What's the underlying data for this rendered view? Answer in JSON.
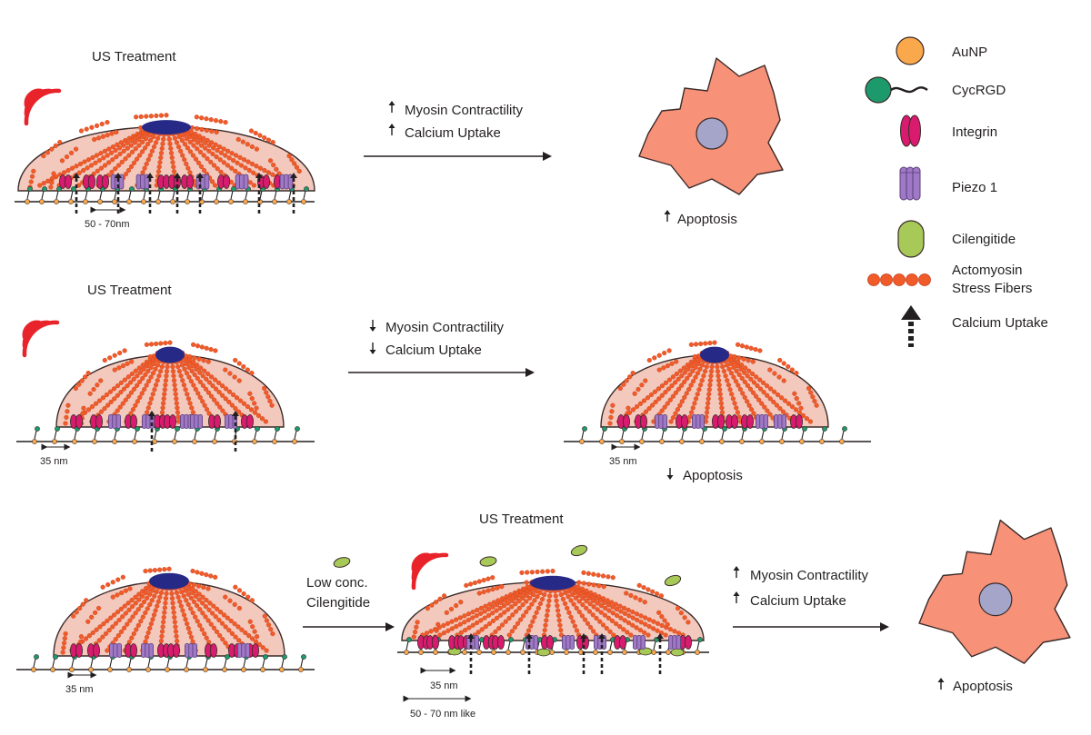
{
  "row1": {
    "us_label": "US Treatment",
    "spacing": "50 - 70nm",
    "effects": [
      "Myosin Contractility",
      "Calcium Uptake"
    ],
    "result": "Apoptosis",
    "effect_direction": "up"
  },
  "row2": {
    "us_label": "US Treatment",
    "spacing_left": "35 nm",
    "spacing_right": "35 nm",
    "effects": [
      "Myosin Contractility",
      "Calcium Uptake"
    ],
    "result": "Apoptosis",
    "effect_direction": "down"
  },
  "row3": {
    "us_label": "US Treatment",
    "spacing_left": "35 nm",
    "treatment": [
      "Low conc.",
      "Cilengitide"
    ],
    "spacing_mid_1": "35 nm",
    "spacing_mid_2": "50 - 70 nm like",
    "effects": [
      "Myosin Contractility",
      "Calcium Uptake"
    ],
    "result": "Apoptosis",
    "effect_direction": "up"
  },
  "legend": {
    "items": [
      {
        "icon": "aunp-icon",
        "label": "AuNP"
      },
      {
        "icon": "cycrgd-icon",
        "label": "CycRGD"
      },
      {
        "icon": "integrin-icon",
        "label": "Integrin"
      },
      {
        "icon": "piezo1-icon",
        "label": "Piezo 1"
      },
      {
        "icon": "cilengitide-icon",
        "label": "Cilengitide"
      },
      {
        "icon": "stress-fiber-icon",
        "label": "Actomyosin\nStress Fibers"
      },
      {
        "icon": "calcium-uptake-icon",
        "label": "Calcium Uptake"
      }
    ]
  },
  "colors": {
    "cell_body": "#f3c9bd",
    "cell_outline": "#3a2a28",
    "nucleus": "#262a86",
    "fiber": "#f15a29",
    "aunp": "#f9a94b",
    "cycrgd": "#1d9a6c",
    "integrin": "#d81b6e",
    "piezo": "#9f78c6",
    "cilengitide": "#a7c957",
    "apoptotic_cell": "#f79279",
    "apoptotic_nucleus": "#a4a5c9",
    "us_waves": "#e8232a"
  }
}
